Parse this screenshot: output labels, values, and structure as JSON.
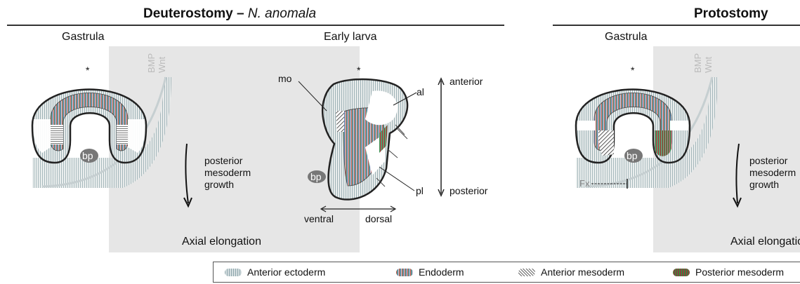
{
  "headers": {
    "left_prefix": "Deuterostomy – ",
    "left_species": "N. anomala",
    "right": "Protostomy"
  },
  "left_panel": {
    "gastrula": "Gastrula",
    "early_larva": "Early larva",
    "bmp": "BMP",
    "wnt": "Wnt",
    "star": "*",
    "bp": "bp",
    "growth_lines": [
      "posterior",
      "mesoderm",
      "growth"
    ],
    "axial": "Axial elongation",
    "larva_labels": {
      "mo": "mo",
      "al": "al",
      "pl": "pl",
      "bp": "bp",
      "star": "*",
      "anterior": "anterior",
      "posterior": "posterior",
      "ventral": "ventral",
      "dorsal": "dorsal"
    }
  },
  "right_panel": {
    "gastrula": "Gastrula",
    "bmp": "BMP",
    "wnt": "Wnt",
    "star": "*",
    "bp": "bp",
    "fx": "Fx",
    "growth_lines": [
      "posterior",
      "mesoderm",
      "growth"
    ],
    "axial": "Axial elongation"
  },
  "legend": [
    {
      "label": "Anterior ectoderm",
      "swatch": "ecto"
    },
    {
      "label": "Endoderm",
      "swatch": "endo"
    },
    {
      "label": "Anterior mesoderm",
      "swatch": "ames"
    },
    {
      "label": "Posterior mesoderm",
      "swatch": "pmes"
    }
  ],
  "colors": {
    "shade": "#e6e6e6",
    "ectoderm": "#b9c9cc",
    "endoderm": "#9a8f8a",
    "posterior_mesoderm": "#5a7a5a",
    "blastopore": "#777777"
  }
}
